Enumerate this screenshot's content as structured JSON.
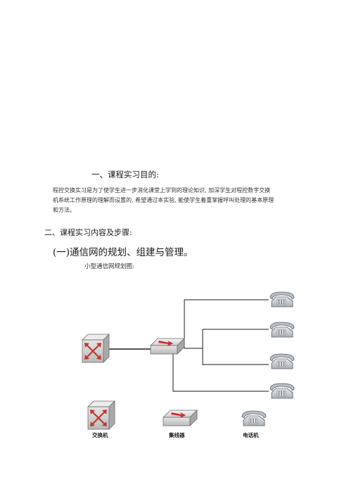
{
  "section1": {
    "heading": "一、课程实习目的:",
    "paragraph_lines": [
      "程控交换实习是为了使学生进一步消化课堂上学到的理论知识, 加深学生对程控数字交换",
      "机系统工作原理的理解而设置的, 希望通过本实验, 能使学生着重掌握呼叫处理的基本原理",
      "和方法。"
    ]
  },
  "section2": {
    "heading": "二、课程实习内容及步骤:",
    "subheading": "(一)通信网的规划、组建与管理。",
    "caption": "小型通信网规划图:"
  },
  "diagram": {
    "nodes": [
      {
        "id": "switch",
        "icon": "switch-icon"
      },
      {
        "id": "hub",
        "icon": "hub-icon"
      },
      {
        "id": "phone-1",
        "icon": "telephone-icon"
      },
      {
        "id": "phone-2",
        "icon": "telephone-icon"
      },
      {
        "id": "phone-3",
        "icon": "telephone-icon"
      },
      {
        "id": "phone-4",
        "icon": "telephone-icon"
      }
    ],
    "legend": {
      "switch_label": "交换机",
      "hub_label": "集线器",
      "phone_label": "电话机"
    },
    "colors": {
      "device_body": "#d9d9d9",
      "arrow": "#d0262b",
      "switch_arrows": "#c0392b",
      "phone_body": "#cfd3d6"
    }
  }
}
